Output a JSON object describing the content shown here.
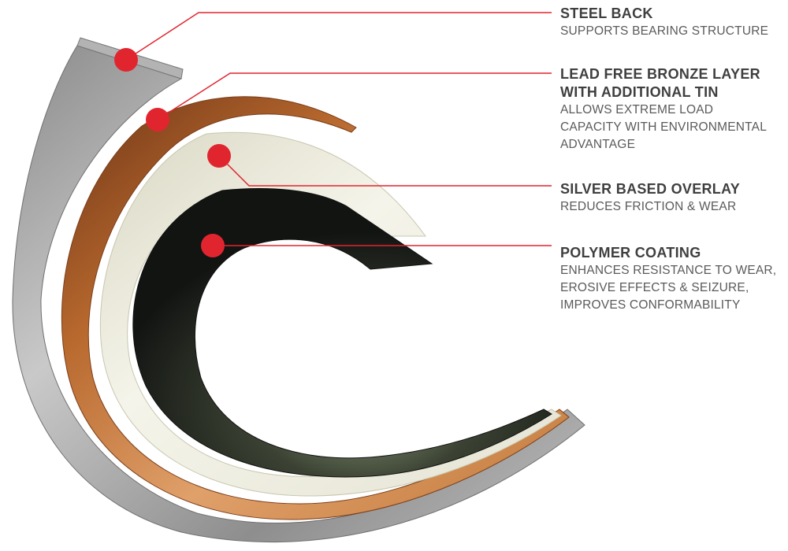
{
  "diagram": {
    "layers": [
      {
        "id": "steel",
        "title": "STEEL BACK",
        "description": "SUPPORTS BEARING STRUCTURE"
      },
      {
        "id": "bronze",
        "title_line1": "LEAD FREE BRONZE LAYER",
        "title_line2": "WITH ADDITIONAL TIN",
        "description_line1": "ALLOWS EXTREME LOAD",
        "description_line2": "CAPACITY WITH ENVIRONMENTAL",
        "description_line3": "ADVANTAGE"
      },
      {
        "id": "silver",
        "title": "SILVER BASED OVERLAY",
        "description": "REDUCES FRICTION & WEAR"
      },
      {
        "id": "polymer",
        "title": "POLYMER COATING",
        "description_line1": "ENHANCES RESISTANCE TO WEAR,",
        "description_line2": "EROSIVE EFFECTS & SEIZURE,",
        "description_line3": "IMPROVES CONFORMABILITY"
      }
    ],
    "colors": {
      "steel": "#9a9a9a",
      "bronze": "#b8692e",
      "silver": "#efeee0",
      "polymer": "#1c1f1c",
      "callout": "#e1252f"
    }
  }
}
